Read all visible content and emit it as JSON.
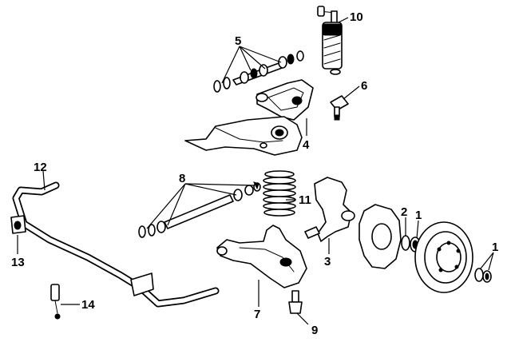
{
  "callouts": {
    "c1a": "1",
    "c1b": "1",
    "c2": "2",
    "c3": "3",
    "c4": "4",
    "c5": "5",
    "c6": "6",
    "c7": "7",
    "c8": "8",
    "c9": "9",
    "c10": "10",
    "c11": "11",
    "c12": "12",
    "c13": "13",
    "c14": "14"
  }
}
